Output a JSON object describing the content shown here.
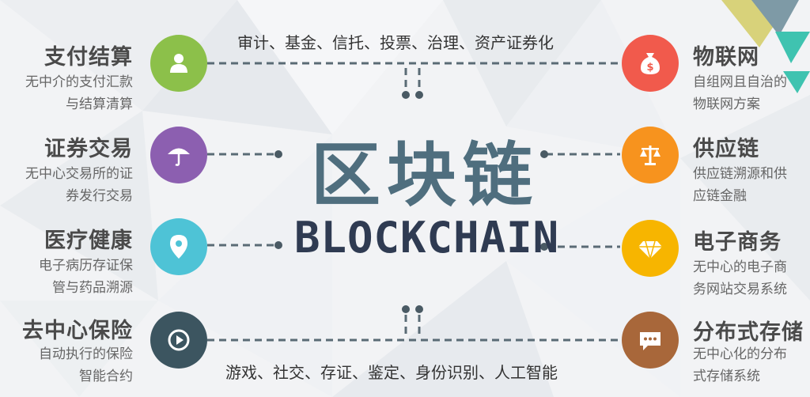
{
  "colors": {
    "green": "#8cc04a",
    "purple": "#8c5fb0",
    "cyan": "#4ec3d6",
    "navy": "#3c5560",
    "red": "#f15a4c",
    "orange": "#f7931e",
    "yellow": "#f7b500",
    "brown": "#a8673a",
    "dash": "#5a6b75",
    "center_cn": "#4f6e7e",
    "center_en": "#2f3b52"
  },
  "center": {
    "title_cn": "区块链",
    "title_en": "BLOCKCHAIN"
  },
  "top_label": "审计、基金、信托、投票、治理、资产证券化",
  "bottom_label": "游戏、社交、存证、鉴定、身份识别、人工智能",
  "left_items": [
    {
      "title": "支付结算",
      "desc": [
        "无中介的支付汇款",
        "与结算清算"
      ],
      "icon": "user-icon",
      "color": "green"
    },
    {
      "title": "证券交易",
      "desc": [
        "无中心交易所的证",
        "券发行交易"
      ],
      "icon": "umbrella-icon",
      "color": "purple"
    },
    {
      "title": "医疗健康",
      "desc": [
        "电子病历存证保",
        "管与药品溯源"
      ],
      "icon": "location-pin-icon",
      "color": "cyan"
    },
    {
      "title": "去中心保险",
      "desc": [
        "自动执行的保险",
        "智能合约"
      ],
      "icon": "play-icon",
      "color": "navy"
    }
  ],
  "right_items": [
    {
      "title": "物联网",
      "desc": [
        "自组网且自治的",
        "物联网方案"
      ],
      "icon": "money-bag-icon",
      "color": "red"
    },
    {
      "title": "供应链",
      "desc": [
        "供应链溯源和供",
        "应链金融"
      ],
      "icon": "scale-icon",
      "color": "orange"
    },
    {
      "title": "电子商务",
      "desc": [
        "无中心的电子商",
        "务网站交易系统"
      ],
      "icon": "diamond-icon",
      "color": "yellow"
    },
    {
      "title": "分布式存储",
      "desc": [
        "无中心化的分布",
        "式存储系统"
      ],
      "icon": "chat-icon",
      "color": "brown"
    }
  ]
}
